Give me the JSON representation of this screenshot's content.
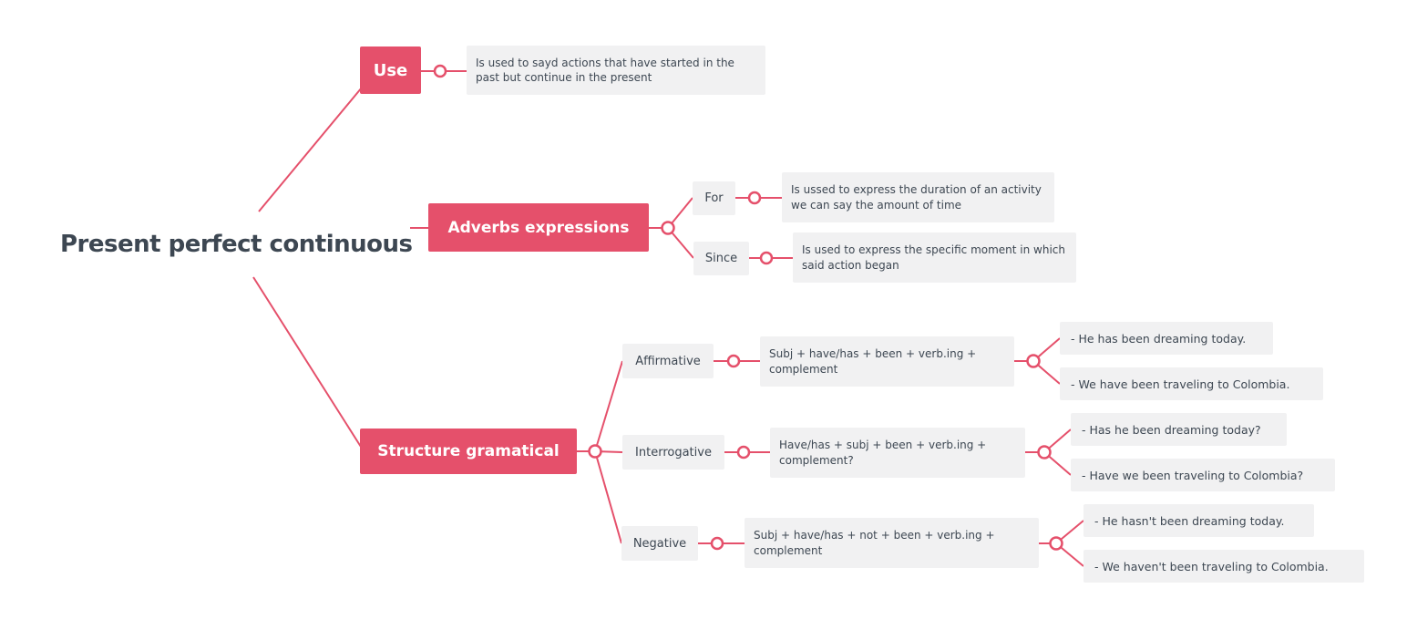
{
  "colors": {
    "accent": "#e5506b",
    "node_background": "#f1f1f2",
    "text_dark": "#3d4752",
    "background": "#ffffff"
  },
  "map": {
    "root": {
      "label": "Present perfect continuous"
    },
    "use": {
      "label": "Use",
      "desc": "Is used to sayd actions that have started in the past but continue in the present"
    },
    "adverbs": {
      "label": "Adverbs expressions",
      "for": {
        "label": "For",
        "desc": "Is ussed to express the duration of an activity we can say the amount of time"
      },
      "since": {
        "label": "Since",
        "desc": "Is used to express the specific moment in which said action began"
      }
    },
    "structure": {
      "label": "Structure gramatical",
      "affirmative": {
        "label": "Affirmative",
        "formula": "Subj + have/has + been + verb.ing + complement",
        "examples": [
          "- He has been dreaming today.",
          "- We have been traveling to Colombia."
        ]
      },
      "interrogative": {
        "label": "Interrogative",
        "formula": "Have/has + subj + been + verb.ing + complement?",
        "examples": [
          "- Has he been dreaming today?",
          "- Have we been traveling to Colombia?"
        ]
      },
      "negative": {
        "label": "Negative",
        "formula": "Subj + have/has + not + been + verb.ing + complement",
        "examples": [
          "- He hasn't been dreaming today.",
          "- We haven't been traveling to Colombia."
        ]
      }
    }
  }
}
